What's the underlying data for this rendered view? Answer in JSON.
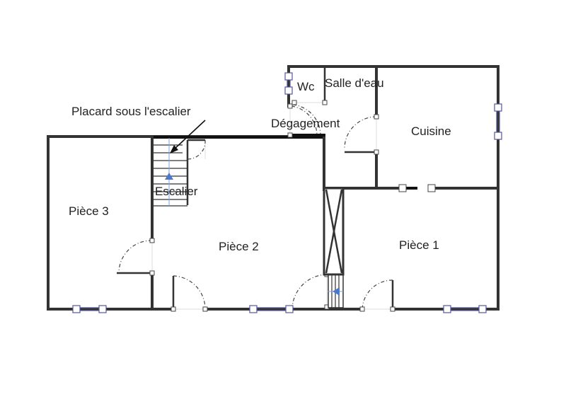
{
  "plan": {
    "rooms": [
      {
        "id": "piece-3",
        "label": "Pièce 3"
      },
      {
        "id": "piece-2",
        "label": "Pièce 2"
      },
      {
        "id": "piece-1",
        "label": "Pièce 1"
      },
      {
        "id": "cuisine",
        "label": "Cuisine"
      },
      {
        "id": "salle-d-eau",
        "label": "Salle d'eau"
      },
      {
        "id": "wc",
        "label": "Wc"
      },
      {
        "id": "degagement",
        "label": "Dégagement"
      },
      {
        "id": "escalier",
        "label": "Escalier"
      }
    ],
    "annotations": [
      {
        "id": "placard",
        "label": "Placard sous l'escalier"
      }
    ],
    "colors": {
      "wall": "#333333",
      "window": "#55579a",
      "stair_arrow": "#4a78d0"
    }
  }
}
